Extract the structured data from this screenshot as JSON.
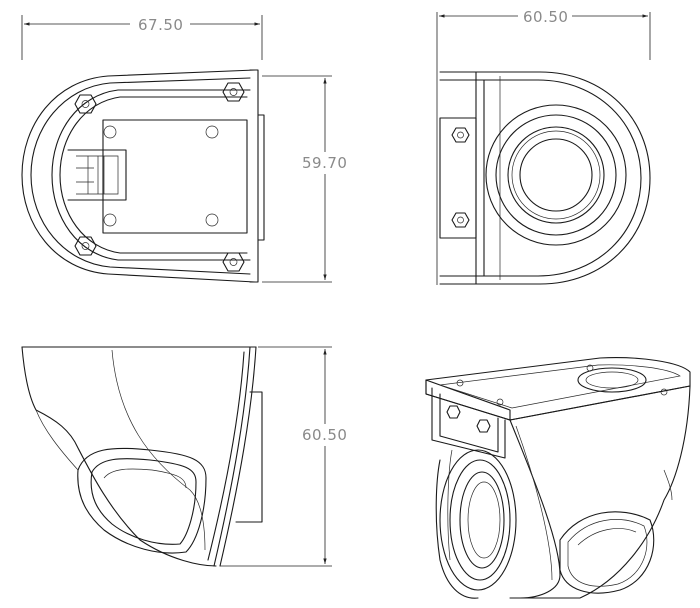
{
  "dimensions": {
    "top_view_width": "67.50",
    "top_view_height": "59.70",
    "end_view_width": "60.50",
    "side_view_height": "60.50"
  },
  "colors": {
    "line": "#1a1a1a",
    "dimension_text": "#8a8a8a",
    "background": "#ffffff"
  }
}
